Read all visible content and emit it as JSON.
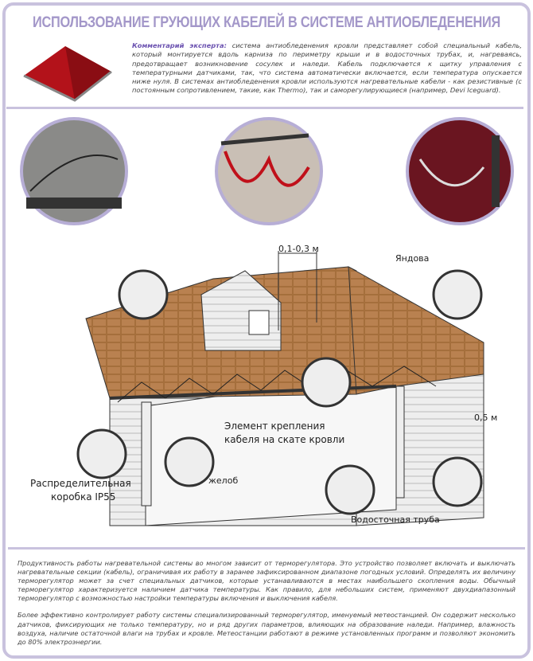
{
  "title": "ИСПОЛЬЗОВАНИЕ ГРУЮЩИХ КАБЕЛЕЙ В СИСТЕМЕ АНТИОБЛЕДЕНЕНИЯ",
  "comment": {
    "label": "Комментарий эксперта:",
    "text": " система антиобледенения кровли представляет собой специальный кабель, который монтируется вдоль карниза по периметру крыши и в водосточных трубах, и, нагреваясь, предотвращает возникновение сосулек и наледи. Кабель подключается к щитку управления с температурными датчиками, так, что система автоматически включается, если температура опускается ниже нуля. В системах антиобледенения кровли используются нагревательные кабели - как резистивные (с постоянным сопротивлением, такие, как Thermo), так и саморегулирующиеся (например, Devi Iceguard)."
  },
  "labels": {
    "spacing": "0,1-0,3 м",
    "valley": "Яндова",
    "overhang": "0,5 м",
    "mount_line1": "Элемент крепления",
    "mount_line2": "кабеля на скате кровли",
    "box_line1": "Распределительная",
    "box_line2": "коробка IP55",
    "gutter": "желоб",
    "downpipe": "Водосточная труба"
  },
  "bottom": {
    "p1": "Продуктивность работы нагревательной системы во многом зависит от терморегулятора. Это устройство позволяет включать и выключать нагревательные секции (кабель), ограничивая их работу в заранее зафиксированном диапазоне погодных условий. Определять их величину терморегулятор может за счет специальных датчиков, которые устанавливаются в местах наибольшего скопления воды. Обычный терморегулятор характеризуется наличием датчика температуры. Как правило, для небольших систем, применяют двухдиапазонный терморегулятор с возможностью настройки температуры включения и выключения кабеля.",
    "p2": "Более эффективно контролирует работу системы специализированный терморегулятор, именуемый метеостанцией. Он содержит несколько датчиков, фиксирующих не только температуру, но и ряд других параметров, влияющих на образование наледи. Например, влажность воздуха, наличие остаточной влаги на трубах и кровле. Метеостанции работают в режиме установленных программ и позволяют экономить до 80% электроэнергии."
  },
  "colors": {
    "frame": "#c9c2de",
    "title": "#a397c9",
    "accent": "#6b52b0",
    "shingle": "#a0703f"
  }
}
